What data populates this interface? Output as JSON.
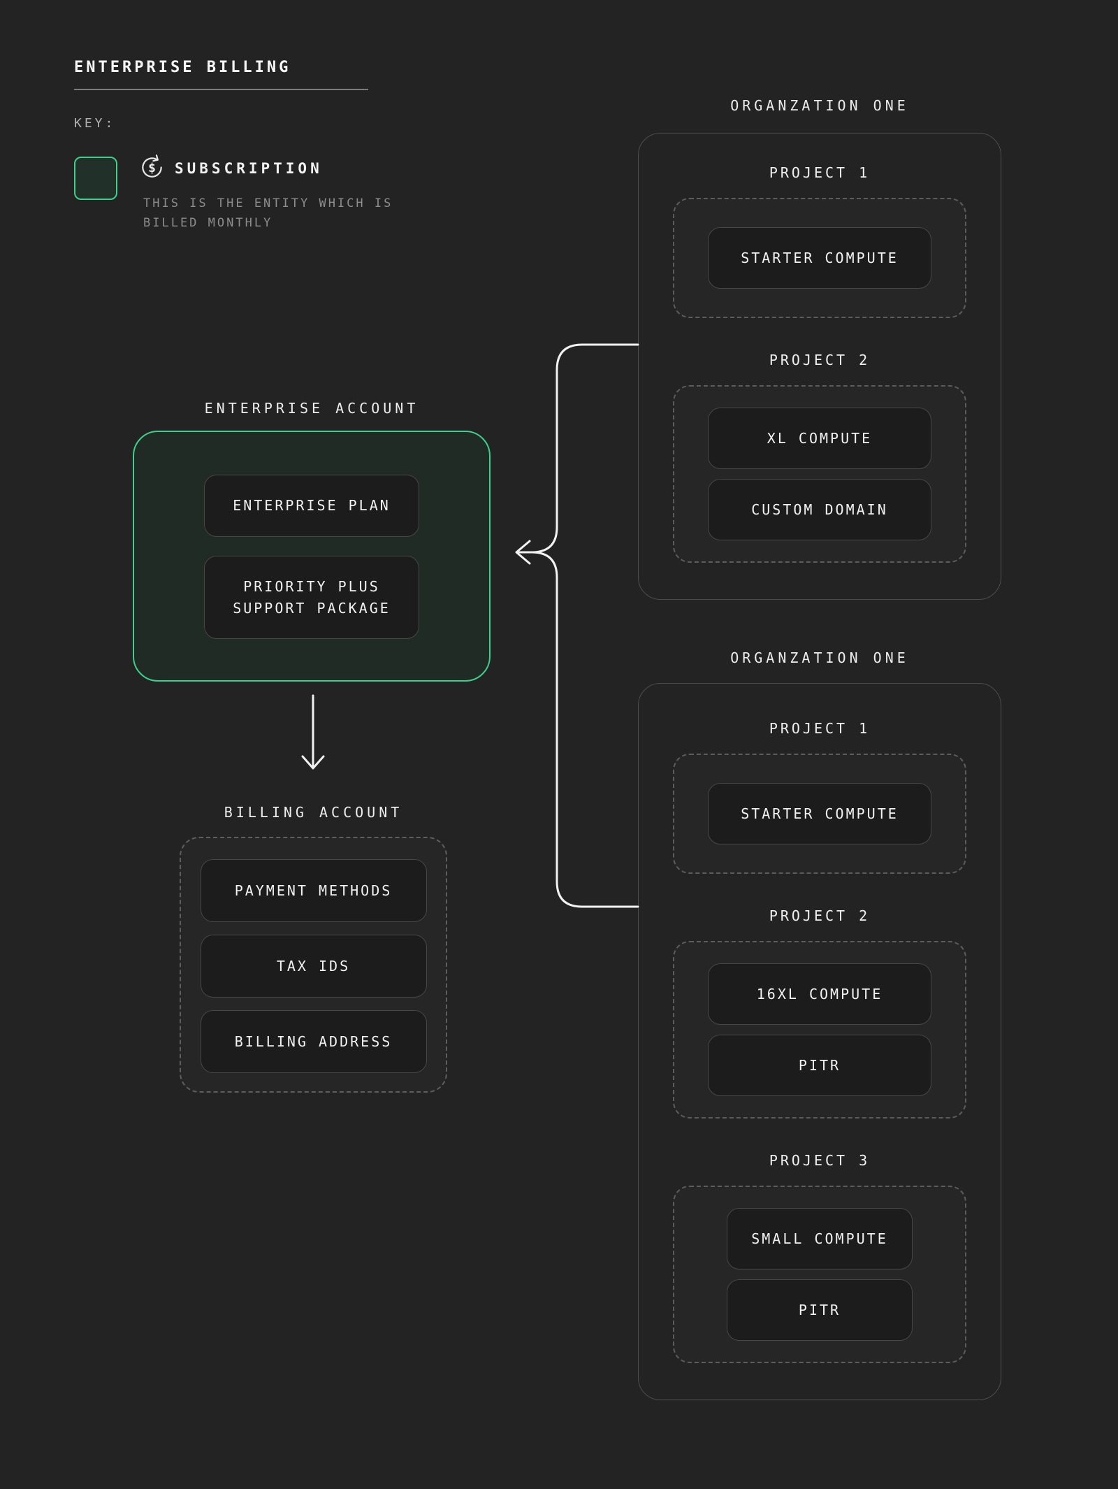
{
  "colors": {
    "accent_green": "#3ecf8e",
    "background": "#232323",
    "connector": "#f2f2f2"
  },
  "title": "ENTERPRISE BILLING",
  "key": {
    "label": "KEY:",
    "item": {
      "icon": "recurring-dollar-icon",
      "name": "SUBSCRIPTION",
      "description_lines": [
        "THIS IS THE ENTITY WHICH IS",
        "BILLED MONTHLY"
      ]
    }
  },
  "enterprise_account": {
    "label": "ENTERPRISE ACCOUNT",
    "nodes": [
      "ENTERPRISE PLAN",
      "PRIORITY PLUS SUPPORT PACKAGE"
    ]
  },
  "billing_account": {
    "label": "BILLING ACCOUNT",
    "nodes": [
      "PAYMENT METHODS",
      "TAX IDS",
      "BILLING ADDRESS"
    ]
  },
  "organizations": [
    {
      "label": "ORGANZATION ONE",
      "projects": [
        {
          "label": "PROJECT 1",
          "nodes": [
            "STARTER COMPUTE"
          ]
        },
        {
          "label": "PROJECT 2",
          "nodes": [
            "XL COMPUTE",
            "CUSTOM DOMAIN"
          ]
        }
      ]
    },
    {
      "label": "ORGANZATION ONE",
      "projects": [
        {
          "label": "PROJECT 1",
          "nodes": [
            "STARTER COMPUTE"
          ]
        },
        {
          "label": "PROJECT 2",
          "nodes": [
            "16XL COMPUTE",
            "PITR"
          ]
        },
        {
          "label": "PROJECT 3",
          "nodes": [
            "SMALL COMPUTE",
            "PITR"
          ]
        }
      ]
    }
  ]
}
